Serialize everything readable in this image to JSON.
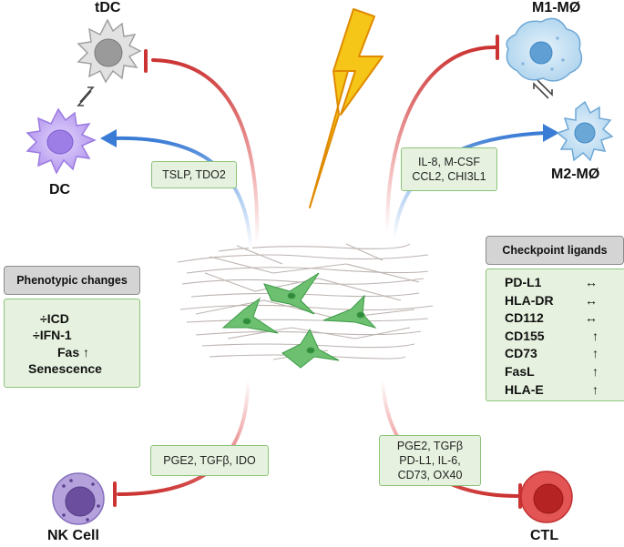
{
  "cells": {
    "tdc": "tDC",
    "dc": "DC",
    "m1": "M1-MØ",
    "m2": "M2-MØ",
    "nk": "NK Cell",
    "ctl": "CTL"
  },
  "factor_boxes": {
    "dc_factors": [
      "TSLP, TDO2"
    ],
    "macrophage_factors": [
      "IL-8, M-CSF",
      "CCL2, CHI3L1"
    ],
    "nk_factors": [
      "PGE2, TGFβ, IDO"
    ],
    "ctl_factors": [
      "PGE2, TGFβ",
      "PD-L1, IL-6,",
      "CD73, OX40"
    ]
  },
  "phenotypic_changes": {
    "title": "Phenotypic changes",
    "items": [
      {
        "label": "ICD",
        "symbol": "÷",
        "symbol_position": "before"
      },
      {
        "label": "IFN-1",
        "symbol": "÷",
        "symbol_position": "before"
      },
      {
        "label": "Fas",
        "symbol": "↑",
        "symbol_position": "after"
      },
      {
        "label": "Senescence",
        "symbol": "",
        "symbol_position": "none"
      }
    ]
  },
  "checkpoint_ligands": {
    "title": "Checkpoint ligands",
    "items": [
      {
        "label": "PD-L1",
        "symbol": "↔"
      },
      {
        "label": "HLA-DR",
        "symbol": "↔"
      },
      {
        "label": "CD112",
        "symbol": "↔"
      },
      {
        "label": "CD155",
        "symbol": "↑"
      },
      {
        "label": "CD73",
        "symbol": "↑"
      },
      {
        "label": "FasL",
        "symbol": "↑"
      },
      {
        "label": "HLA-E",
        "symbol": "↑"
      }
    ]
  },
  "colors": {
    "inhibit": "#cc3333",
    "stimulate": "#3a7bd5",
    "box_fill": "#e6f2df",
    "box_border": "#8cc47a",
    "header_fill": "#d4d4d4",
    "lightning": "#f5c518",
    "fibroblast": "#5cb85c"
  }
}
